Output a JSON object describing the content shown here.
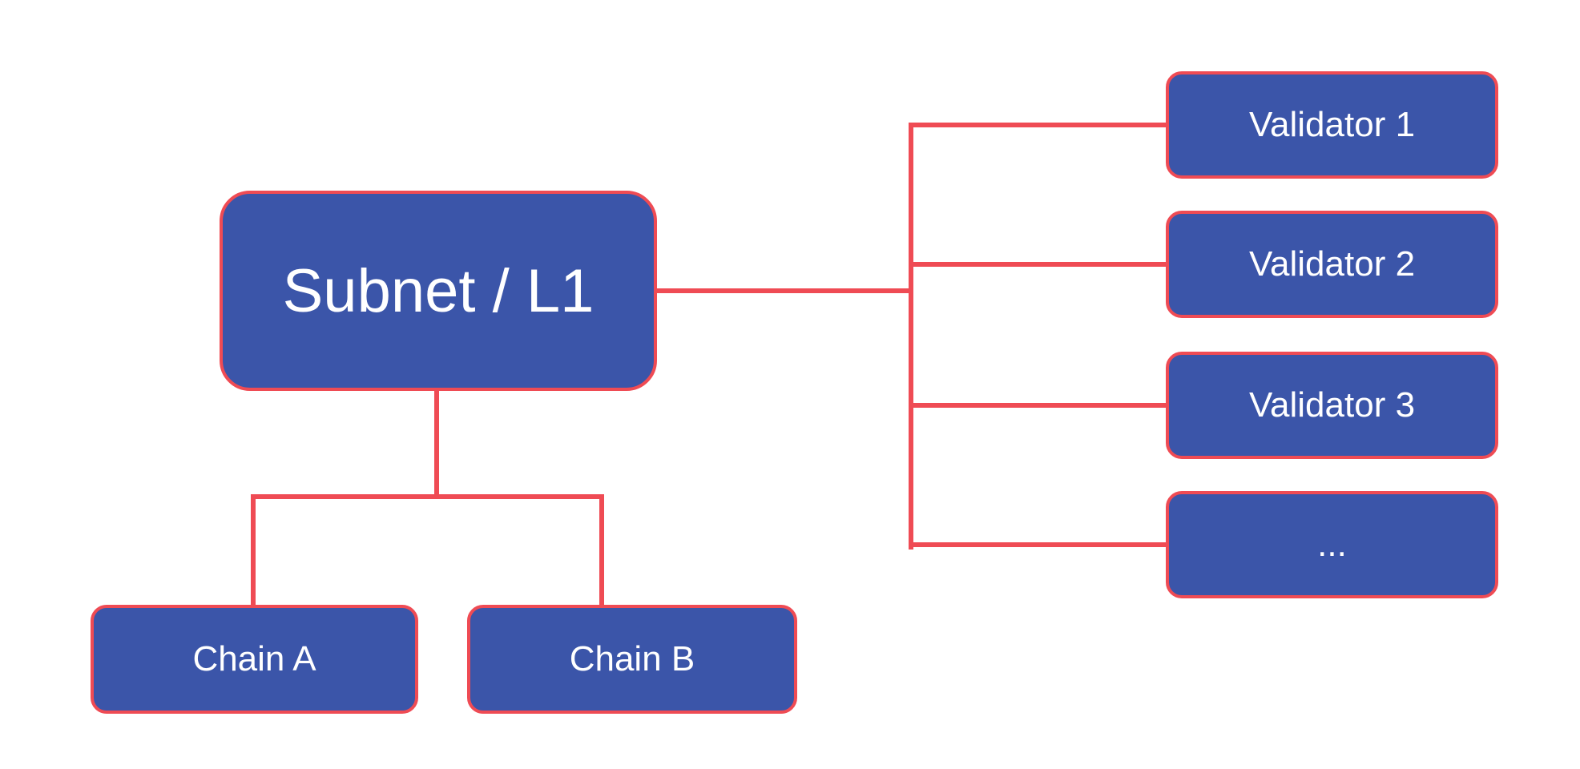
{
  "diagram": {
    "root": {
      "label": "Subnet / L1"
    },
    "validators": [
      {
        "label": "Validator 1"
      },
      {
        "label": "Validator 2"
      },
      {
        "label": "Validator 3"
      },
      {
        "label": "..."
      }
    ],
    "chains": [
      {
        "label": "Chain A"
      },
      {
        "label": "Chain B"
      }
    ],
    "colors": {
      "node_fill": "#3B55A9",
      "node_border": "#EF4B54",
      "connector": "#EF4B54",
      "text": "#FFFFFF",
      "background": "#FFFFFF"
    }
  }
}
